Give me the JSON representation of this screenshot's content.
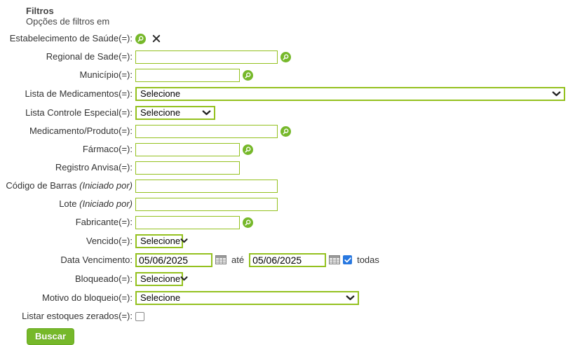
{
  "header": {
    "title": "Filtros",
    "subtitle": "Opções de filtros em"
  },
  "colors": {
    "accent_green_border": "#94c11f",
    "accent_green_icon": "#76b82a",
    "button_green": "#76b82a",
    "checkbox_blue": "#2878e0",
    "text": "#333333"
  },
  "filters": {
    "estabelecimento": {
      "label": "Estabelecimento de Saúde(=):"
    },
    "regional": {
      "label": "Regional de Sade(=):",
      "value": ""
    },
    "municipio": {
      "label": "Município(=):",
      "value": ""
    },
    "lista_medicamentos": {
      "label": "Lista de Medicamentos(=):",
      "selected": "Selecione"
    },
    "lista_controle": {
      "label": "Lista Controle Especial(=):",
      "selected": "Selecione"
    },
    "medicamento": {
      "label": "Medicamento/Produto(=):",
      "value": ""
    },
    "farmaco": {
      "label": "Fármaco(=):",
      "value": ""
    },
    "registro_anvisa": {
      "label": "Registro Anvisa(=):",
      "value": ""
    },
    "codigo_barras": {
      "label_main": "Código de Barras ",
      "label_qualifier": "(Iniciado por)",
      "value": ""
    },
    "lote": {
      "label_main": "Lote ",
      "label_qualifier": "(Iniciado por)",
      "value": ""
    },
    "fabricante": {
      "label": "Fabricante(=):",
      "value": ""
    },
    "vencido": {
      "label": "Vencido(=):",
      "selected": "Selecione"
    },
    "data_vencimento": {
      "label": "Data Vencimento:",
      "date_from": "05/06/2025",
      "until_label": "até",
      "date_to": "05/06/2025",
      "todas_label": "todas",
      "todas_checked": true
    },
    "bloqueado": {
      "label": "Bloqueado(=):",
      "selected": "Selecione"
    },
    "motivo_bloqueio": {
      "label": "Motivo do bloqueio(=):",
      "selected": "Selecione"
    },
    "listar_zerados": {
      "label": "Listar estoques zerados(=):",
      "checked": false
    }
  },
  "actions": {
    "buscar_label": "Buscar"
  }
}
